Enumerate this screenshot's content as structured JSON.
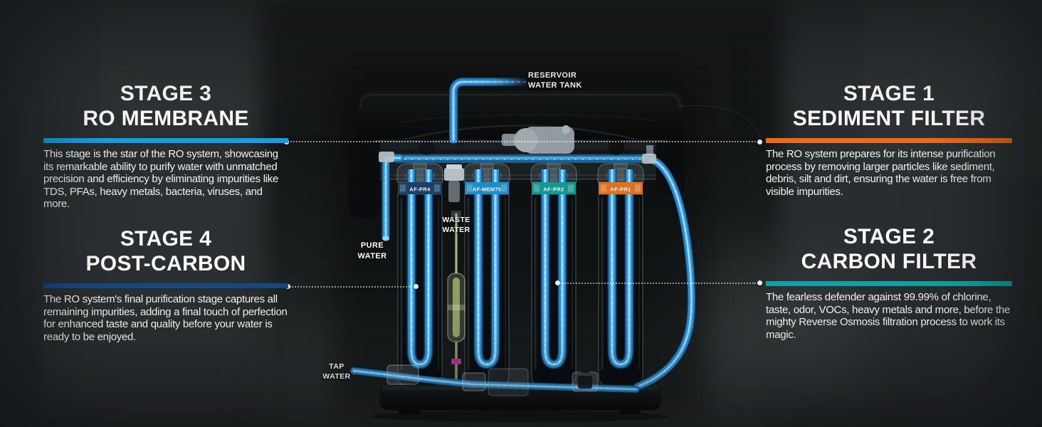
{
  "stages": [
    {
      "id": "stage-3",
      "title_line1": "STAGE 3",
      "title_line2": "RO MEMBRANE",
      "accent": "#1b9ce0",
      "body": "This stage is the star of the RO system, showcasing its remarkable ability to purify water with unmatched precision and efficiency by eliminating impurities like TDS, PFAs, heavy metals, bacteria, viruses, and more."
    },
    {
      "id": "stage-4",
      "title_line1": "STAGE 4",
      "title_line2": "POST-CARBON",
      "accent": "#17497f",
      "body": "The RO system's final purification stage captures all remaining impurities, adding a final touch of perfection for enhanced taste and quality before your water is ready to be enjoyed."
    },
    {
      "id": "stage-1",
      "title_line1": "STAGE 1",
      "title_line2": "SEDIMENT FILTER",
      "accent": "#ef6a1d",
      "body": "The RO system prepares for its intense purification process by removing larger particles like sediment, debris, silt and dirt, ensuring the water is free from visible impurities."
    },
    {
      "id": "stage-2",
      "title_line1": "STAGE 2",
      "title_line2": "CARBON FILTER",
      "accent": "#12a1a1",
      "body": "The fearless defender against 99.99% of chlorine, taste, odor, VOCs, heavy metals and more, before the mighty Reverse Osmosis filtration process to work its magic."
    }
  ],
  "diagram": {
    "reservoir_line1": "RESERVOIR",
    "reservoir_line2": "WATER TANK",
    "pure_line1": "PURE",
    "pure_line2": "WATER",
    "waste_line1": "WASTE",
    "waste_line2": "WATER",
    "tap_line1": "TAP",
    "tap_line2": "WATER"
  },
  "filters": [
    {
      "code": "AF-PR4",
      "color": "#1d4067"
    },
    {
      "code": "AF-MEM75",
      "color": "#1f8cc9"
    },
    {
      "code": "AF-PR2",
      "color": "#13988f"
    },
    {
      "code": "AF-PR1",
      "color": "#e2711f"
    }
  ],
  "colors": {
    "water_blue": "#2e8fd2",
    "water_highlight": "#8fd8ff",
    "waste_green": "#9fb070"
  }
}
